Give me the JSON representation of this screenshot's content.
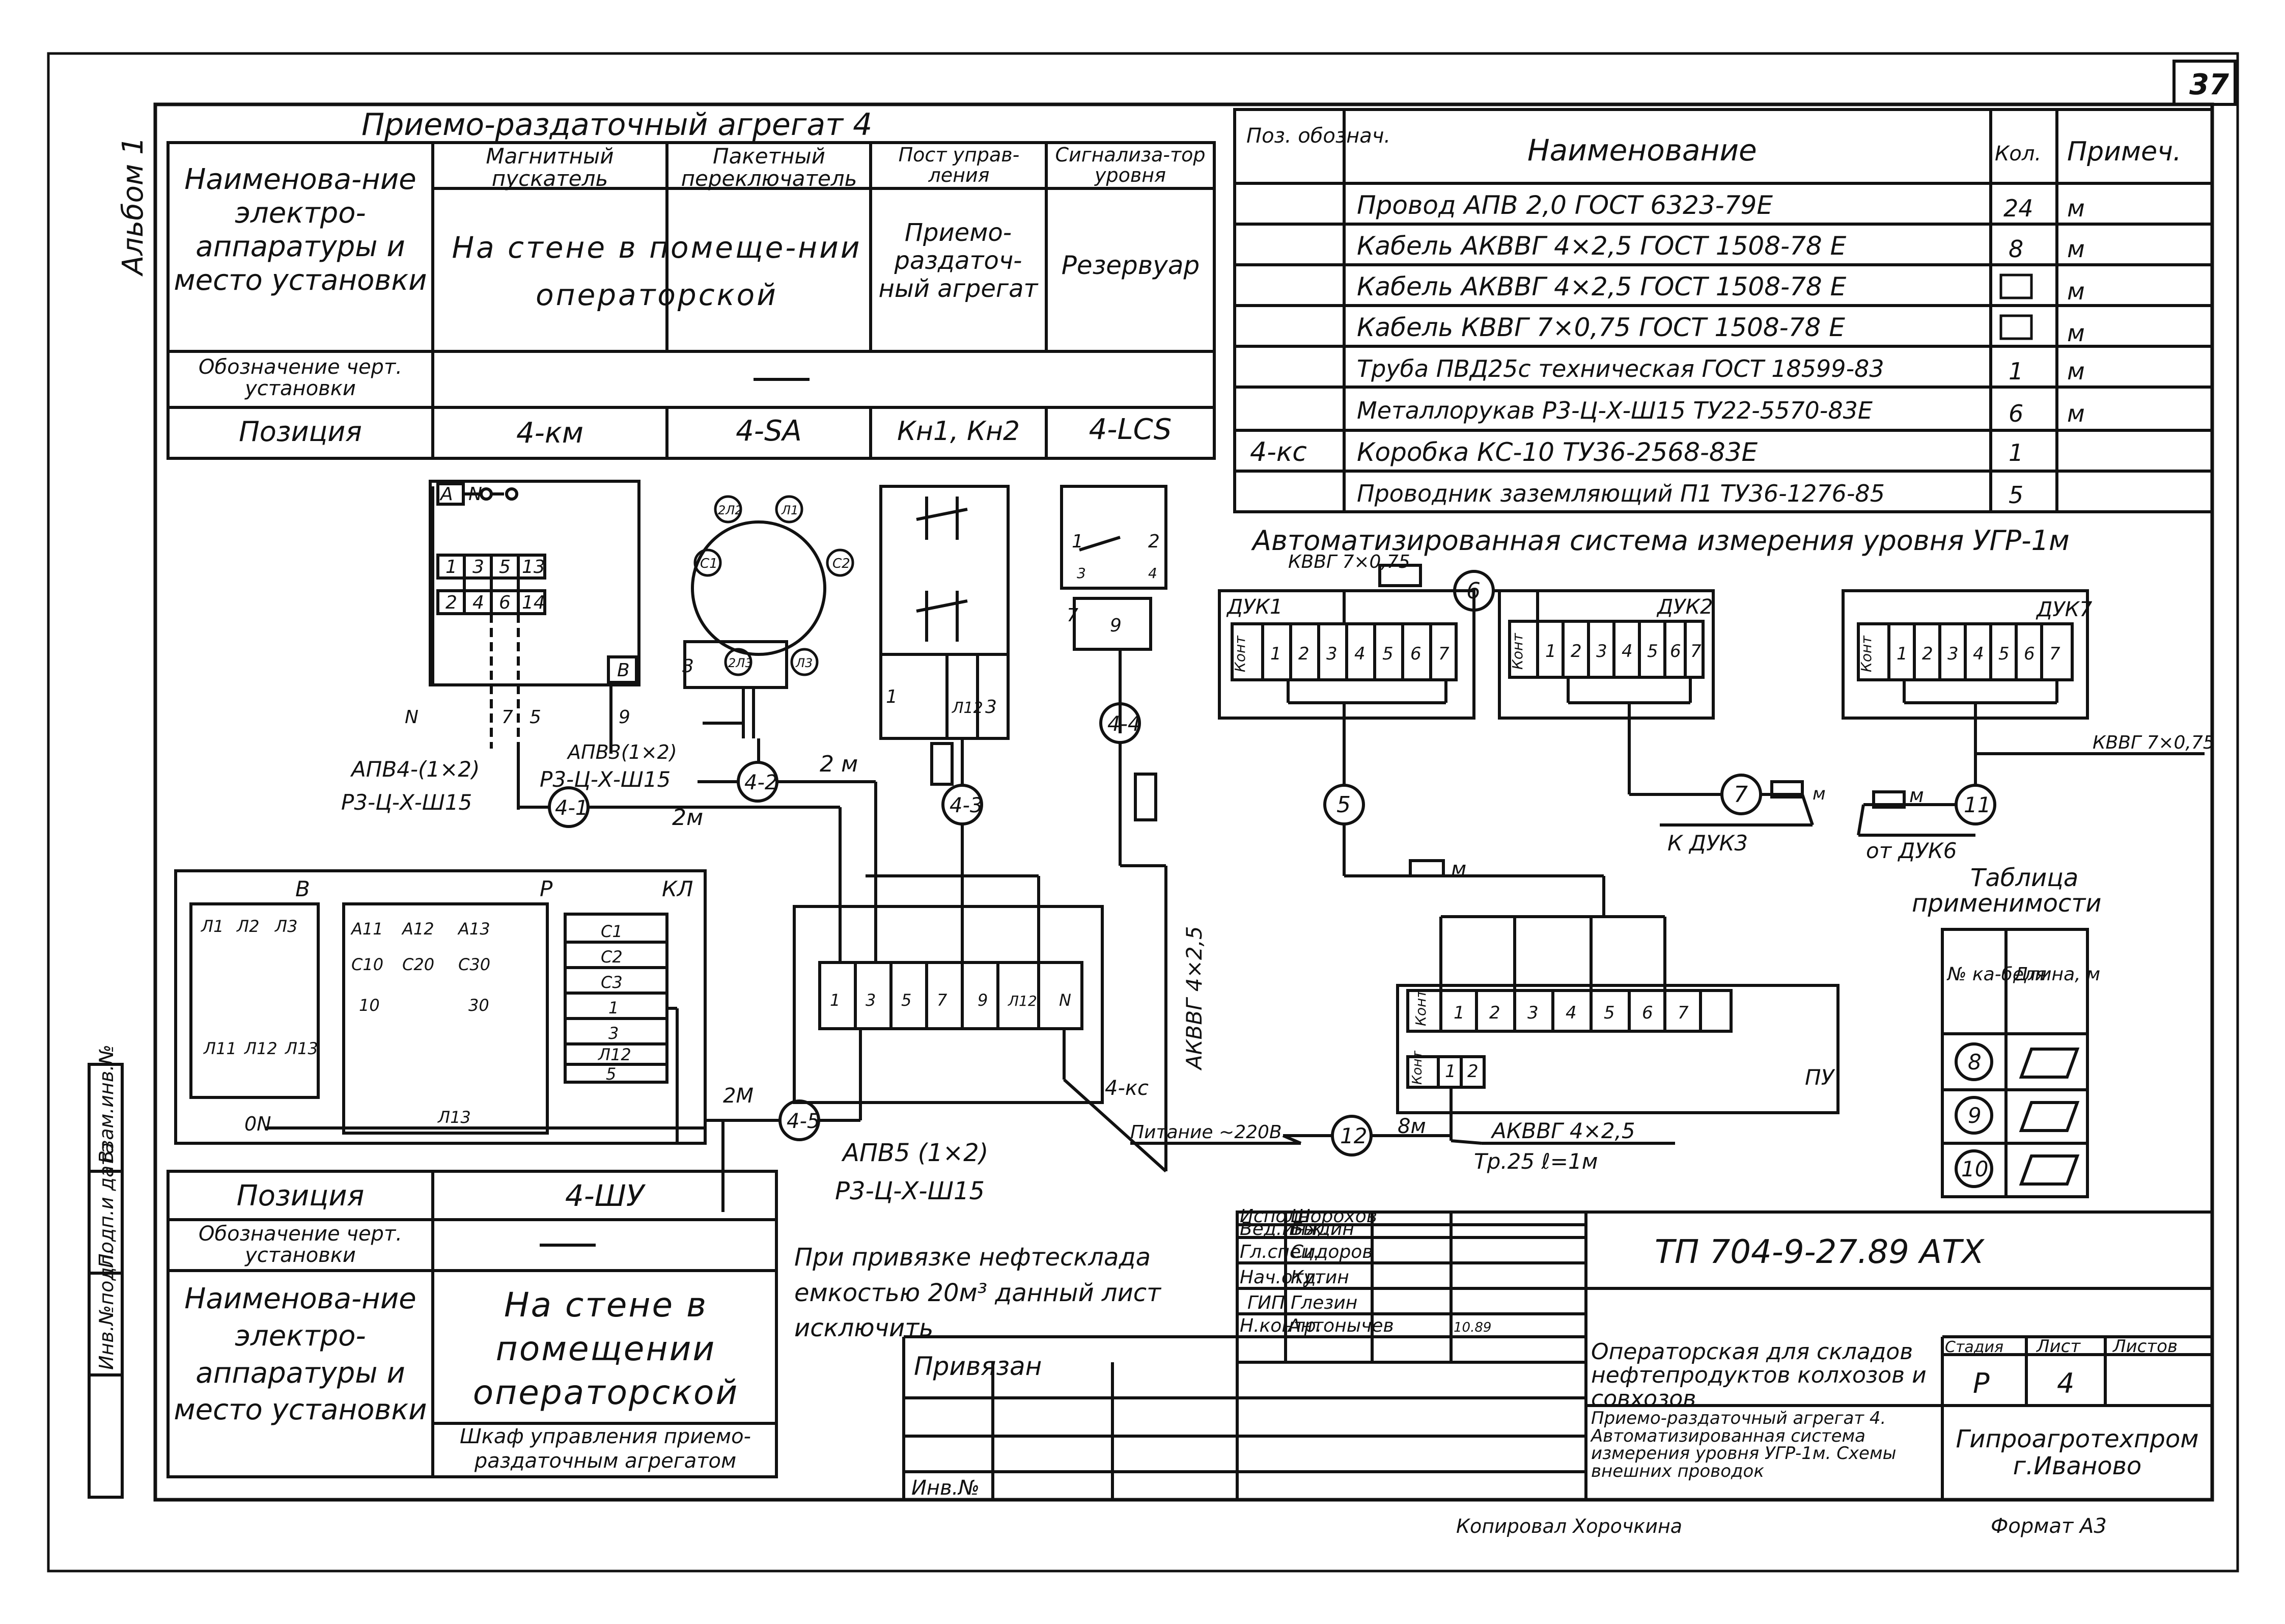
{
  "sheet_number": "37",
  "album_label": "Альбом 1",
  "side_stamps": [
    "Взам.инв.№",
    "Подп.и дата",
    "Инв.№подл."
  ],
  "top_left_table": {
    "title": "Приемо-раздаточный агрегат 4",
    "row_header_name": "Наименова-ние электро-аппаратуры и место установки",
    "columns": [
      "Магнитный пускатель",
      "Пакетный переключатель",
      "Пост управ-ления",
      "Сигнализа-тор уровня"
    ],
    "location_text": "На стене в помеще-нии операторской",
    "location_post": "Приемо-раздаточ-ный агрегат",
    "location_level": "Резервуар",
    "row_header_drawing": "Обозначение черт. установки",
    "drawing_value": "—",
    "row_header_position": "Позиция",
    "positions": [
      "4-км",
      "4-SA",
      "Кн1, Кн2",
      "4-LCS"
    ]
  },
  "spec_table": {
    "headers": [
      "Поз. обознач.",
      "Наименование",
      "Кол.",
      "Примеч."
    ],
    "rows": [
      {
        "pos": "",
        "name": "Провод АПВ 2,0 ГОСТ 6323-79Е",
        "qty": "24",
        "note": "м"
      },
      {
        "pos": "",
        "name": "Кабель АКВВГ 4×2,5 ГОСТ 1508-78 Е",
        "qty": "8",
        "note": "м"
      },
      {
        "pos": "",
        "name": "Кабель АКВВГ 4×2,5 ГОСТ 1508-78 Е",
        "qty": "",
        "note": "м"
      },
      {
        "pos": "",
        "name": "Кабель КВВГ 7×0,75 ГОСТ 1508-78 Е",
        "qty": "",
        "note": "м"
      },
      {
        "pos": "",
        "name": "Труба ПВД25с техническая ГОСТ 18599-83",
        "qty": "1",
        "note": "м"
      },
      {
        "pos": "",
        "name": "Металлорукав Р3-Ц-Х-Ш15 ТУ22-5570-83Е",
        "qty": "6",
        "note": "м"
      },
      {
        "pos": "4-кс",
        "name": "Коробка КС-10 ТУ36-2568-83Е",
        "qty": "1",
        "note": ""
      },
      {
        "pos": "",
        "name": "Проводник заземляющий П1 ТУ36-1276-85",
        "qty": "5",
        "note": ""
      }
    ]
  },
  "diagram": {
    "auto_system_title": "Автоматизированная система измерения уровня УГР-1м",
    "kvvg_top": "КВВГ 7×0,75",
    "kvvg_right": "КВВГ 7×0,75",
    "duk1": "ДУК1",
    "duk2": "ДУК2",
    "duk7": "ДУК7",
    "to_duk3": "К ДУК3",
    "from_duk6": "от ДУК6",
    "pu_label": "ПУ",
    "kont": "Конт",
    "terminals": [
      "1",
      "2",
      "3",
      "4",
      "5",
      "6",
      "7"
    ],
    "cable_5": "5",
    "cable_6": "6",
    "cable_7": "7",
    "cable_11": "11",
    "cable_12": "12",
    "m_unit": "м",
    "power": "Питание ~220В",
    "pu_cable": "АКВВГ 4×2,5",
    "pu_cable_len": "8м",
    "pipe": "Тр.25 ℓ=1м",
    "applicability_title": "Таблица применимости",
    "applicability_headers": [
      "№ ка-беля",
      "Длина, м"
    ],
    "applicability_rows": [
      "8",
      "9",
      "10"
    ],
    "left": {
      "contactor_labels": [
        "A",
        "N"
      ],
      "contactor_terms_top": [
        "1",
        "3",
        "5",
        "13"
      ],
      "contactor_terms_bot": [
        "2",
        "4",
        "6",
        "14"
      ],
      "contactor_b": "B",
      "n_label": "N",
      "wires_7": "7",
      "wires_5": "5",
      "wires_9": "9",
      "wires_3": "3",
      "switch_contacts": [
        "2Л2",
        "Л1",
        "С1",
        "С2",
        "2Л3",
        "Л3"
      ],
      "post_wires": [
        "1",
        "Л12",
        "3"
      ],
      "level_wires": [
        "1",
        "2",
        "3",
        "4",
        "7",
        "9"
      ],
      "apv4": "АПВ4-(1×2)",
      "r3_a": "Р3-Ц-Х-Ш15",
      "apv3": "АПВ3(1×2)",
      "r3_b": "Р3-Ц-Х-Ш15",
      "c41": "4-1",
      "c42": "4-2",
      "c43": "4-3",
      "c44": "4-4",
      "c45": "4-5",
      "len_2m_a": "2 м",
      "len_2m_b": "2м",
      "len_2m_c": "2М",
      "akvvg_vertical": "АКВВГ 4×2,5",
      "kc_label": "4-кс",
      "kc_terms": [
        "1",
        "3",
        "5",
        "7",
        "9",
        "Л12",
        "N"
      ],
      "apv5": "АПВ5 (1×2)",
      "r3_c": "Р3-Ц-Х-Ш15",
      "panel_labels": [
        "В",
        "Р",
        "КЛ"
      ],
      "panel_terms": [
        "Л1",
        "Л2",
        "Л3",
        "Л11",
        "Л12",
        "Л13"
      ],
      "relay_terms": [
        "А11",
        "А12",
        "А13",
        "С10",
        "С20",
        "С30",
        "10",
        "30",
        "Л13"
      ],
      "kl_terms": [
        "С1",
        "С2",
        "С3",
        "1",
        "3",
        "Л12",
        "5"
      ],
      "on_label": "0N"
    }
  },
  "bottom_left_table": {
    "row_header_position": "Позиция",
    "position": "4-ШУ",
    "row_header_drawing": "Обозначение черт. установки",
    "drawing_value": "—",
    "row_header_name": "Наименова-ние электро-аппаратуры и место установки",
    "location_text": "На стене в помещении операторской",
    "cabinet": "Шкаф управления приемо-раздаточным агрегатом"
  },
  "note": "При привязке нефтесклада емкостью 20м³ данный лист исключить",
  "title_block": {
    "code": "ТП 704-9-27.89 АТХ",
    "roles": [
      "Исполн.",
      "Вед.инж.",
      "Гл.спец.",
      "Нач.отд.",
      "ГИП",
      "Н.контр."
    ],
    "names": [
      "Шорохов",
      "Быдин",
      "Сидоров",
      "Кутин",
      "Глезин",
      "Антонычев"
    ],
    "dates": [
      "",
      "",
      "",
      "",
      "",
      "10.89"
    ],
    "privyazan": "Привязан",
    "inv": "Инв.№",
    "object": "Операторская для складов нефтепродуктов колхозов и совхозов",
    "sheet_title": "Приемо-раздаточный агрегат 4. Автоматизированная система измерения уровня УГР-1м. Схемы внешних проводок",
    "stage_headers": [
      "Стадия",
      "Лист",
      "Листов"
    ],
    "stage": "Р",
    "sheet": "4",
    "org": "Гипроагротехпром г.Иваново",
    "copied": "Копировал Хорочкина",
    "format": "Формат А3"
  }
}
